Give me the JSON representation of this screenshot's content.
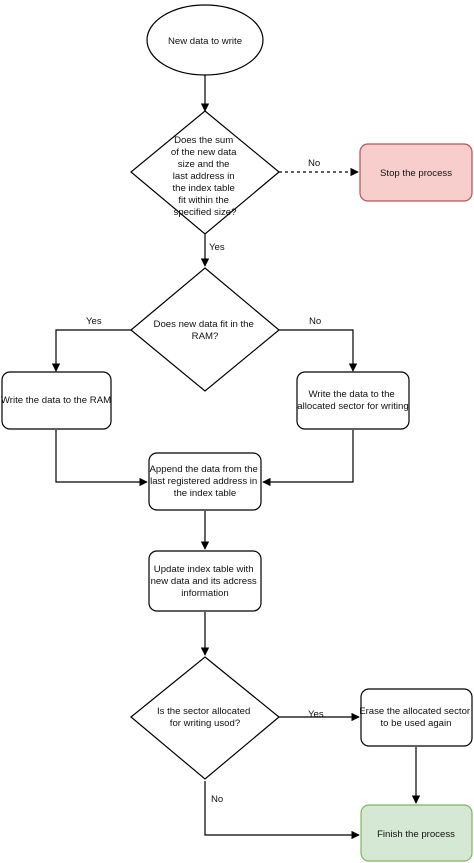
{
  "colors": {
    "default_fill": "#ffffff",
    "stop_fill": "#f8cecc",
    "stop_stroke": "#b85450",
    "finish_fill": "#d5e8d4",
    "finish_stroke": "#82b366",
    "line": "#000000"
  },
  "nodes": {
    "start": {
      "lines": [
        "New data to write"
      ]
    },
    "check_size": {
      "lines": [
        "Does the sum",
        "of the new data",
        "size and the",
        "last address in",
        "the index table",
        "fit within the",
        "specified size?"
      ]
    },
    "stop": {
      "lines": [
        "Stop the process"
      ]
    },
    "check_ram": {
      "lines": [
        "Does new data fit in the",
        "RAM?"
      ]
    },
    "write_ram": {
      "lines": [
        "Write the data to the RAM"
      ]
    },
    "write_sector": {
      "lines": [
        "Write the data to the",
        "allocated sector for writing"
      ]
    },
    "append": {
      "lines": [
        "Append the data from the",
        "last registered address in",
        "the index table"
      ]
    },
    "update_index": {
      "lines": [
        "Update index table with",
        "new data and its adcress",
        "information"
      ]
    },
    "check_sector": {
      "lines": [
        "Is the sector allocated",
        "for writing usod?"
      ]
    },
    "erase_sector": {
      "lines": [
        "Erase the allocated sector",
        "to be used again"
      ]
    },
    "finish": {
      "lines": [
        "Finish the process"
      ]
    }
  },
  "edge_labels": {
    "size_no": "No",
    "size_yes": "Yes",
    "ram_yes": "Yes",
    "ram_no": "No",
    "sector_yes": "Yes",
    "sector_no": "No"
  }
}
